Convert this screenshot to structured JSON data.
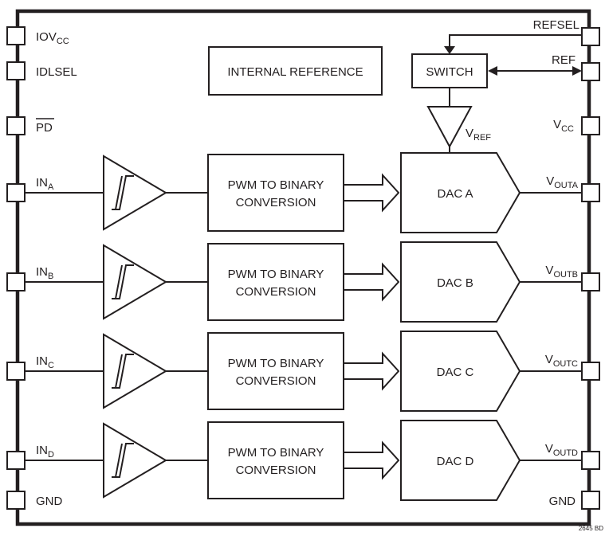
{
  "pins_left": [
    {
      "id": "iovcc",
      "main": "IOV",
      "sub": "CC"
    },
    {
      "id": "idlsel",
      "main": "IDLSEL",
      "sub": ""
    },
    {
      "id": "pd",
      "main": "PD",
      "sub": ""
    },
    {
      "id": "ina",
      "main": "IN",
      "sub": "A"
    },
    {
      "id": "inb",
      "main": "IN",
      "sub": "B"
    },
    {
      "id": "inc",
      "main": "IN",
      "sub": "C"
    },
    {
      "id": "ind",
      "main": "IN",
      "sub": "D"
    },
    {
      "id": "gnd",
      "main": "GND",
      "sub": ""
    }
  ],
  "pins_right": [
    {
      "id": "refsel",
      "main": "REFSEL",
      "sub": ""
    },
    {
      "id": "ref",
      "main": "REF",
      "sub": ""
    },
    {
      "id": "vcc",
      "main": "V",
      "sub": "CC"
    },
    {
      "id": "vouta",
      "main": "V",
      "sub": "OUTA"
    },
    {
      "id": "voutb",
      "main": "V",
      "sub": "OUTB"
    },
    {
      "id": "voutc",
      "main": "V",
      "sub": "OUTC"
    },
    {
      "id": "voutd",
      "main": "V",
      "sub": "OUTD"
    },
    {
      "id": "gnd_r",
      "main": "GND",
      "sub": ""
    }
  ],
  "internal_reference": "INTERNAL REFERENCE",
  "switch": "SWITCH",
  "vref": {
    "main": "V",
    "sub": "REF"
  },
  "conversion": [
    "PWM TO BINARY",
    "CONVERSION"
  ],
  "dacs": [
    "DAC A",
    "DAC B",
    "DAC C",
    "DAC D"
  ],
  "drawing_code": "2645 BD"
}
